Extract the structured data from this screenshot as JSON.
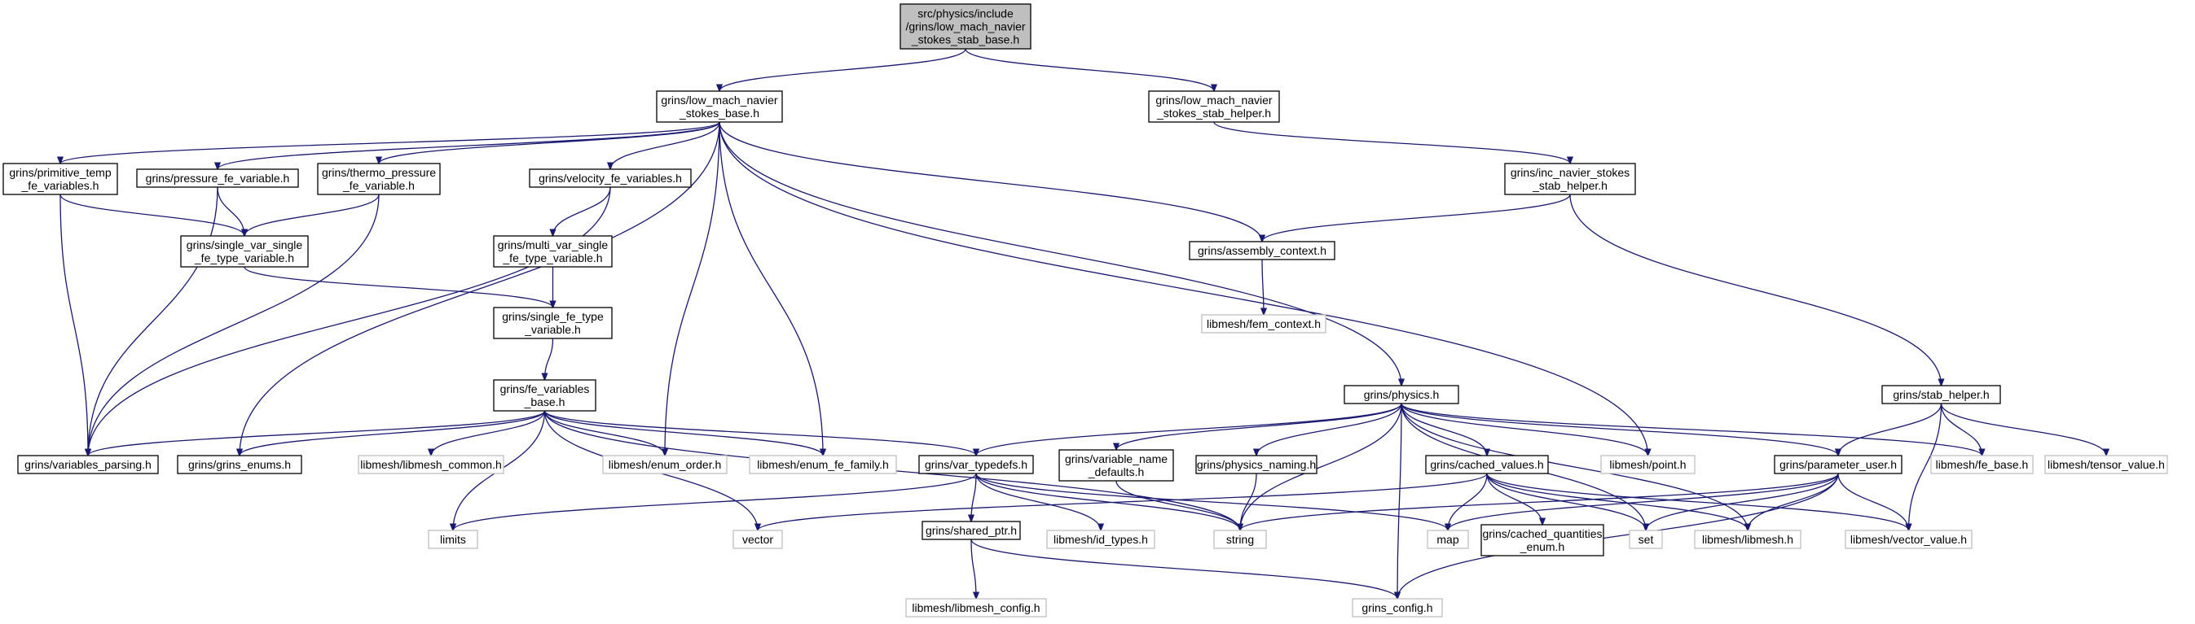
{
  "nodes": [
    {
      "id": "root",
      "lines": [
        "src/physics/include",
        "/grins/low_mach_navier",
        "_stokes_stab_base.h"
      ]
    },
    {
      "id": "lmnsb",
      "lines": [
        "grins/low_mach_navier",
        "_stokes_base.h"
      ]
    },
    {
      "id": "lmnsh",
      "lines": [
        "grins/low_mach_navier",
        "_stokes_stab_helper.h"
      ]
    },
    {
      "id": "prim",
      "lines": [
        "grins/primitive_temp",
        "_fe_variables.h"
      ]
    },
    {
      "id": "press",
      "lines": [
        "grins/pressure_fe_variable.h"
      ]
    },
    {
      "id": "thermo",
      "lines": [
        "grins/thermo_pressure",
        "_fe_variable.h"
      ]
    },
    {
      "id": "velo",
      "lines": [
        "grins/velocity_fe_variables.h"
      ]
    },
    {
      "id": "incns",
      "lines": [
        "grins/inc_navier_stokes",
        "_stab_helper.h"
      ]
    },
    {
      "id": "svsf",
      "lines": [
        "grins/single_var_single",
        "_fe_type_variable.h"
      ]
    },
    {
      "id": "mvsf",
      "lines": [
        "grins/multi_var_single",
        "_fe_type_variable.h"
      ]
    },
    {
      "id": "assembly",
      "lines": [
        "grins/assembly_context.h"
      ]
    },
    {
      "id": "sft",
      "lines": [
        "grins/single_fe_type",
        "_variable.h"
      ]
    },
    {
      "id": "femctx",
      "lines": [
        "libmesh/fem_context.h"
      ]
    },
    {
      "id": "fevb",
      "lines": [
        "grins/fe_variables",
        "_base.h"
      ]
    },
    {
      "id": "physics",
      "lines": [
        "grins/physics.h"
      ]
    },
    {
      "id": "stab",
      "lines": [
        "grins/stab_helper.h"
      ]
    },
    {
      "id": "vparse",
      "lines": [
        "grins/variables_parsing.h"
      ]
    },
    {
      "id": "genums",
      "lines": [
        "grins/grins_enums.h"
      ]
    },
    {
      "id": "lmcommon",
      "lines": [
        "libmesh/libmesh_common.h"
      ]
    },
    {
      "id": "enumorder",
      "lines": [
        "libmesh/enum_order.h"
      ]
    },
    {
      "id": "enumfe",
      "lines": [
        "libmesh/enum_fe_family.h"
      ]
    },
    {
      "id": "vtd",
      "lines": [
        "grins/var_typedefs.h"
      ]
    },
    {
      "id": "vnd",
      "lines": [
        "grins/variable_name",
        "_defaults.h"
      ]
    },
    {
      "id": "pnaming",
      "lines": [
        "grins/physics_naming.h"
      ]
    },
    {
      "id": "cached",
      "lines": [
        "grins/cached_values.h"
      ]
    },
    {
      "id": "point",
      "lines": [
        "libmesh/point.h"
      ]
    },
    {
      "id": "puser",
      "lines": [
        "grins/parameter_user.h"
      ]
    },
    {
      "id": "febase",
      "lines": [
        "libmesh/fe_base.h"
      ]
    },
    {
      "id": "tensor",
      "lines": [
        "libmesh/tensor_value.h"
      ]
    },
    {
      "id": "limits",
      "lines": [
        "limits"
      ]
    },
    {
      "id": "vector",
      "lines": [
        "vector"
      ]
    },
    {
      "id": "sptr",
      "lines": [
        "grins/shared_ptr.h"
      ]
    },
    {
      "id": "idtypes",
      "lines": [
        "libmesh/id_types.h"
      ]
    },
    {
      "id": "string",
      "lines": [
        "string"
      ]
    },
    {
      "id": "map",
      "lines": [
        "map"
      ]
    },
    {
      "id": "cqenum",
      "lines": [
        "grins/cached_quantities",
        "_enum.h"
      ]
    },
    {
      "id": "set",
      "lines": [
        "set"
      ]
    },
    {
      "id": "libmesh",
      "lines": [
        "libmesh/libmesh.h"
      ]
    },
    {
      "id": "vecval",
      "lines": [
        "libmesh/vector_value.h"
      ]
    },
    {
      "id": "lmconfig",
      "lines": [
        "libmesh/libmesh_config.h"
      ]
    },
    {
      "id": "gconfig",
      "lines": [
        "grins_config.h"
      ]
    }
  ]
}
